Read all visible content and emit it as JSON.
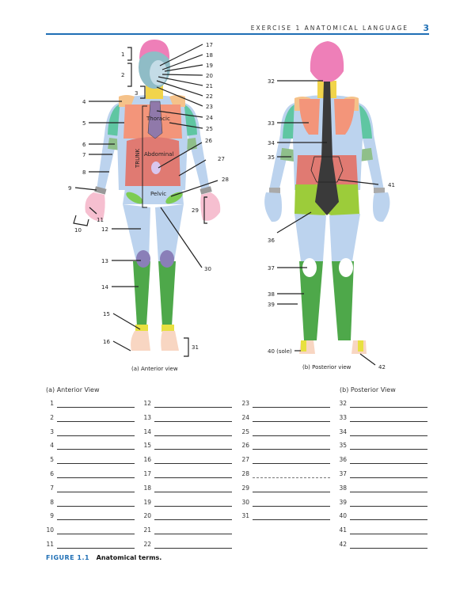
{
  "header": {
    "title": "EXERCISE 1 ANATOMICAL LANGUAGE",
    "page_number": "3",
    "accent_color": "#1f6fb5"
  },
  "figure": {
    "anterior_caption": "(a) Anterior view",
    "posterior_caption": "(b) Posterior view",
    "region_labels": {
      "thoracic": "Thoracic",
      "abdominal": "Abdominal",
      "pelvic": "Pelvic",
      "trunk": "TRUNK"
    },
    "anterior_left_labels": [
      "1",
      "2",
      "3",
      "4",
      "5",
      "6",
      "7",
      "8",
      "9",
      "10",
      "11",
      "12",
      "13",
      "14",
      "15",
      "16"
    ],
    "anterior_right_labels": [
      "17",
      "18",
      "19",
      "20",
      "21",
      "22",
      "23",
      "24",
      "25",
      "26",
      "27",
      "28",
      "29",
      "30",
      "31"
    ],
    "posterior_labels": [
      "32",
      "33",
      "34",
      "35",
      "36",
      "37",
      "38",
      "39",
      "40 (sole)",
      "41",
      "42"
    ]
  },
  "worksheet": {
    "anterior_heading": "(a) Anterior View",
    "posterior_heading": "(b) Posterior View",
    "col1": [
      "1",
      "2",
      "3",
      "4",
      "5",
      "6",
      "7",
      "8",
      "9",
      "10",
      "11"
    ],
    "col2": [
      "12",
      "13",
      "14",
      "15",
      "16",
      "17",
      "18",
      "19",
      "20",
      "21",
      "22"
    ],
    "col3": [
      "23",
      "24",
      "25",
      "26",
      "27",
      "28",
      "29",
      "30",
      "31"
    ],
    "col4": [
      "32",
      "33",
      "34",
      "35",
      "36",
      "37",
      "38",
      "39",
      "40",
      "41",
      "42"
    ]
  },
  "caption": {
    "figure_label": "FIGURE 1.1",
    "text": "Anatomical terms."
  }
}
